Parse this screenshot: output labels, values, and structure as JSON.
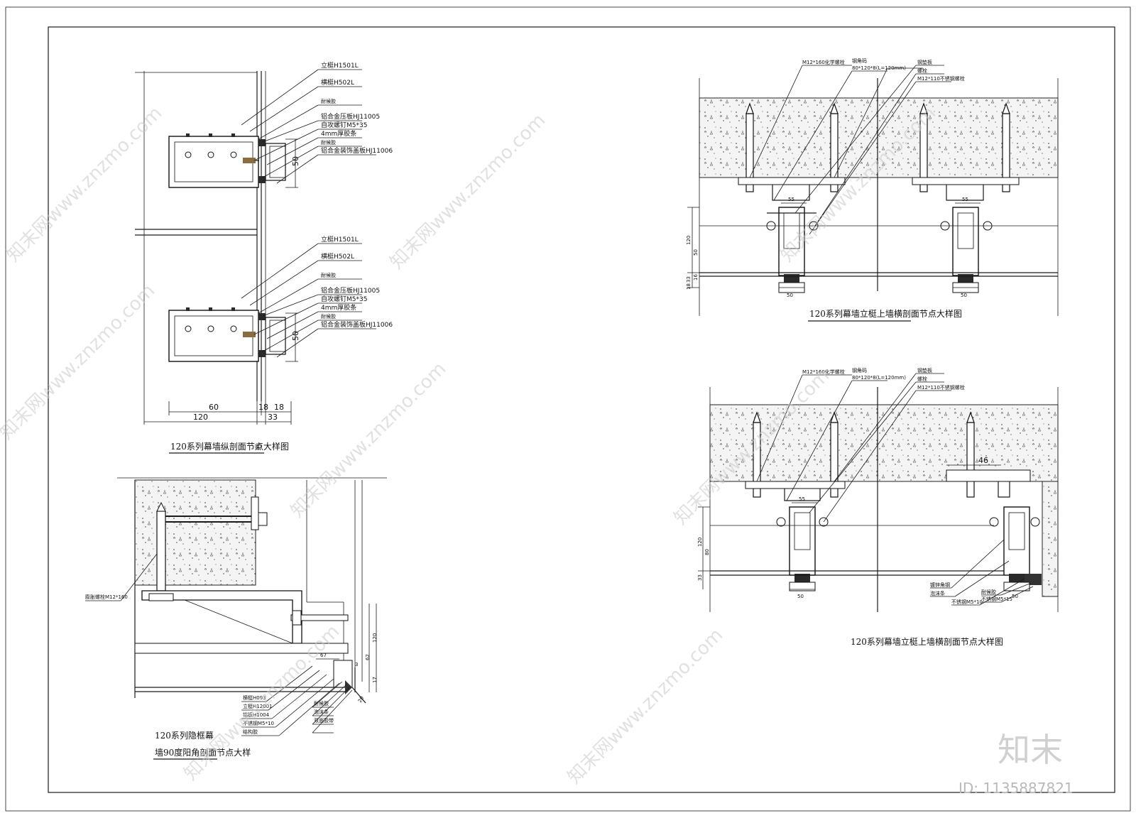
{
  "drawing_1": {
    "title": "120系列幕墙纵剖面节点大样图",
    "title_mark": "①",
    "labels_upper": [
      "立梃H1501L",
      "横梃H502L",
      "耐候胶",
      "铝合金压板HJ11005",
      "自攻螺钉M5*35",
      "4mm厚胶条",
      "耐候胶",
      "铝合金装饰盖板HJ11006"
    ],
    "labels_lower": [
      "立梃H1501L",
      "横梃H502L",
      "耐候胶",
      "铝合金压板HJ11005",
      "自攻螺钉M5*35",
      "4mm厚胶条",
      "耐候胶",
      "铝合金装饰盖板HJ11006"
    ],
    "dims": {
      "d60": "60",
      "d120": "120",
      "d18a": "18",
      "d18b": "18",
      "d33": "33",
      "d50a": "50",
      "d50b": "50"
    }
  },
  "drawing_2": {
    "title_line1": "120系列隐框幕",
    "title_line2": "墙90度阳角剖面节点大样",
    "labels": [
      "膨胀螺栓M12*160",
      "横梃H093",
      "立梃H12001",
      "铝板H1004",
      "不锈钢M5*10",
      "结构胶",
      "耐候胶",
      "泡沫条",
      "双面胶带"
    ],
    "dims": {
      "d67": "67",
      "d62": "62",
      "d120": "120",
      "d17": "17",
      "d20": "20",
      "d3": "3"
    }
  },
  "drawing_3": {
    "title": "120系列幕墙立梃上墙横剖面节点大样图",
    "labels": [
      "M12*160化学螺栓",
      "钢角码",
      "80*120*8(L=120mm)",
      "钢垫板",
      "螺栓",
      "M12*110不锈钢螺栓"
    ],
    "dims": {
      "d55": "55",
      "d120": "120",
      "d50": "50",
      "d33": "33",
      "d16": "16",
      "d18": "18",
      "d50b": "50",
      "d50c": "50"
    }
  },
  "drawing_4": {
    "title": "120系列幕墙立梃上墙横剖面节点大样图",
    "labels": [
      "M12*160化学螺栓",
      "钢角码",
      "80*120*8(L=120mm)",
      "钢垫板",
      "螺栓",
      "M12*110不锈钢螺栓",
      "镀锌角钢",
      "泡沫条",
      "不锈钢M5*10",
      "耐候胶",
      "不锈钢M5*15"
    ],
    "dims": {
      "d46": "46",
      "d55": "55",
      "d120": "120",
      "d80": "80",
      "d33": "33",
      "d50": "50",
      "d50b": "50"
    }
  },
  "watermarks": [
    "知末网www.znzmo.com",
    "知末网www.znzmo.com",
    "知末网www.znzmo.com",
    "知末网www.znzmo.com",
    "知末网www.znzmo.com",
    "知末网www.znzmo.com",
    "知末网www.znzmo.com",
    "知末网www.znzmo.com"
  ],
  "brand": {
    "logo_text": "知末",
    "image_id": "ID: 1135887821"
  }
}
